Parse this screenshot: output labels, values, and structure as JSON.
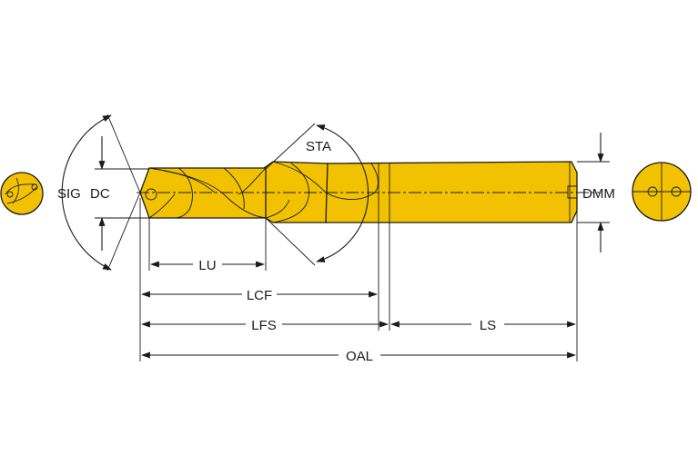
{
  "colors": {
    "tool_fill": "#f2c200",
    "tool_shadow": "#d9a800",
    "line": "#1a1a1a",
    "background": "#ffffff"
  },
  "labels": {
    "sig": "SIG",
    "dc": "DC",
    "sta": "STA",
    "dmm": "DMM",
    "lu": "LU",
    "lcf": "LCF",
    "lfs": "LFS",
    "ls": "LS",
    "oal": "OAL"
  }
}
